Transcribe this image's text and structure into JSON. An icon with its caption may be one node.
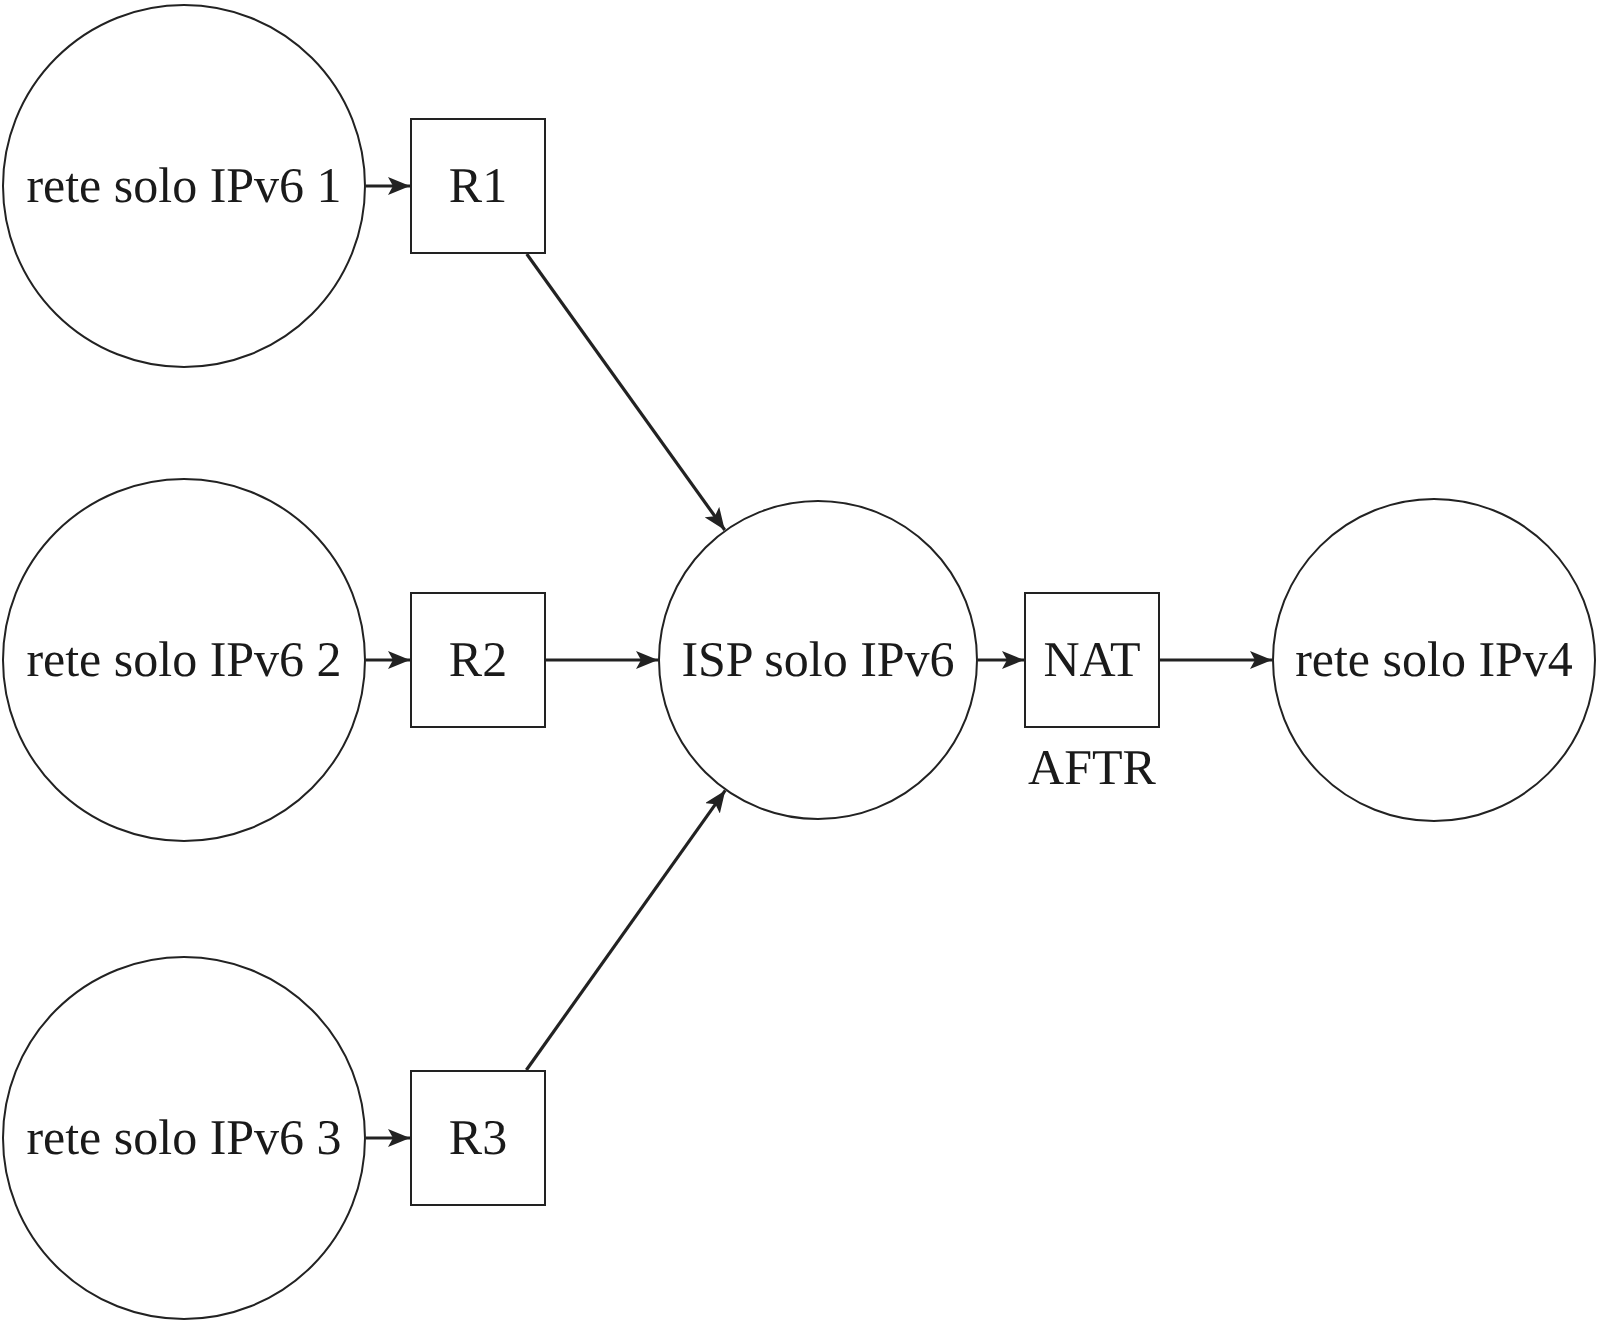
{
  "diagram": {
    "nodes": [
      {
        "text": [
          "rete solo IPv6 1"
        ]
      },
      {
        "text": [
          "R1"
        ]
      },
      {
        "text": [
          "rete solo IPv6 2"
        ]
      },
      {
        "text": [
          "R2"
        ]
      },
      {
        "text": [
          "ISP solo IPv6"
        ]
      },
      {
        "text": [
          "NAT"
        ],
        "beside": [
          "AFTR"
        ]
      },
      {
        "text": [
          "rete solo IPv4"
        ]
      },
      {
        "text": [
          "rete solo IPv6 3"
        ]
      },
      {
        "text": [
          "R3"
        ]
      }
    ],
    "edges": [
      {
        "from": 0,
        "to": 1,
        "arrow": "to"
      },
      {
        "from": 1,
        "to": 4,
        "arrow": "to"
      },
      {
        "from": 2,
        "to": 3,
        "arrow": "to"
      },
      {
        "from": 3,
        "to": 4,
        "arrow": "to"
      },
      {
        "from": 4,
        "to": 5,
        "arrow": "to"
      },
      {
        "from": 5,
        "to": 6,
        "arrow": "to"
      },
      {
        "from": 7,
        "to": 8,
        "arrow": "to"
      },
      {
        "from": 8,
        "to": 4,
        "arrow": "to"
      }
    ]
  }
}
